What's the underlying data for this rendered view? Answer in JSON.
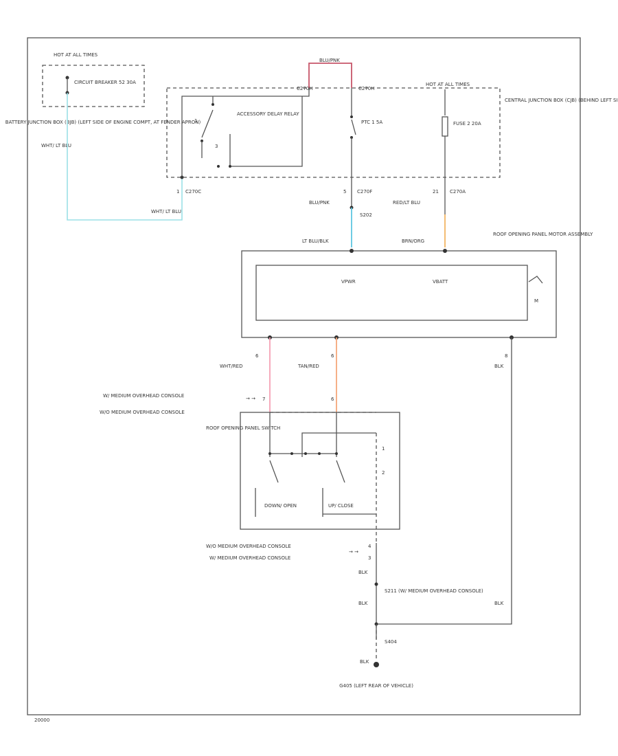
{
  "labels": {
    "hot_at_all_times_1": "HOT AT ALL TIMES",
    "circuit_breaker": "CIRCUIT BREAKER 52 30A",
    "battery_junction_box": "BATTERY JUNCTION BOX (BJB) (LEFT SIDE OF ENGINE COMPT, AT FENDER APRON)",
    "wht_lt_blu_1": "WHT/ LT BLU",
    "wht_lt_blu_2": "WHT/ LT BLU",
    "c270c_pin": "1",
    "c270c": "C270C",
    "accessory_delay_relay": "ACCESSORY DELAY RELAY",
    "relay_pin_1": "1",
    "relay_pin_3": "3",
    "ptc": "PTC 1 5A",
    "hot_at_all_times_2": "HOT AT ALL TIMES",
    "fuse": "FUSE 2 20A",
    "cjb": "CENTRAL JUNCTION BOX (CJB) (BEHIND LEFT SIDE OF DASH)",
    "pin_c270f": "5",
    "c270f": "C270F",
    "pin_c270a": "21",
    "c270a": "C270A",
    "blu_pnk": "BLU/PNK",
    "s202": "S202",
    "red_lt_blu": "RED/LT BLU",
    "lt_blu_blk": "LT BLU/BLK",
    "brn_org": "BRN/ORG",
    "motor_assembly": "ROOF OPENING PANEL MOTOR ASSEMBLY",
    "vpwr": "VPWR",
    "vbatt": "VBATT",
    "motor_m": "M",
    "wht_red": "WHT/RED",
    "tan_red": "TAN/RED",
    "blk_right": "BLK",
    "pin_wht_red": "6",
    "pin_tan_red": "6",
    "pin_blk": "8",
    "pin_console_1": "7",
    "pin_console_2": "6",
    "with_console": "W/ MEDIUM OVERHEAD CONSOLE",
    "without_console": "W/O MEDIUM OVERHEAD CONSOLE",
    "switch": "ROOF OPENING PANEL SWITCH",
    "down_open": "DOWN/ OPEN",
    "up_close": "UP/ CLOSE",
    "switch_pin_upper": "1",
    "switch_pin_lower": "2",
    "without_console_2": "W/O MEDIUM OVERHEAD CONSOLE",
    "with_console_2": "W/ MEDIUM OVERHEAD CONSOLE",
    "pin_bottom_1": "4",
    "pin_bottom_2": "3",
    "blk_1": "BLK",
    "blk_2": "BLK",
    "blk_3": "BLK",
    "blk_4": "BLK",
    "s211": "S211 (W/ MEDIUM OVERHEAD CONSOLE)",
    "s404": "S404",
    "g405": "G405 (LEFT REAR OF VEHICLE)",
    "diagram_id": "20000"
  },
  "colors": {
    "lt_blu": "#9be0e6",
    "blu_pnk": "#c7566a",
    "brn_org": "#f2b562",
    "wht_red": "#f5a0b4",
    "tan_red": "#f5a87a",
    "lt_blu_blk": "#5ec7e0"
  }
}
